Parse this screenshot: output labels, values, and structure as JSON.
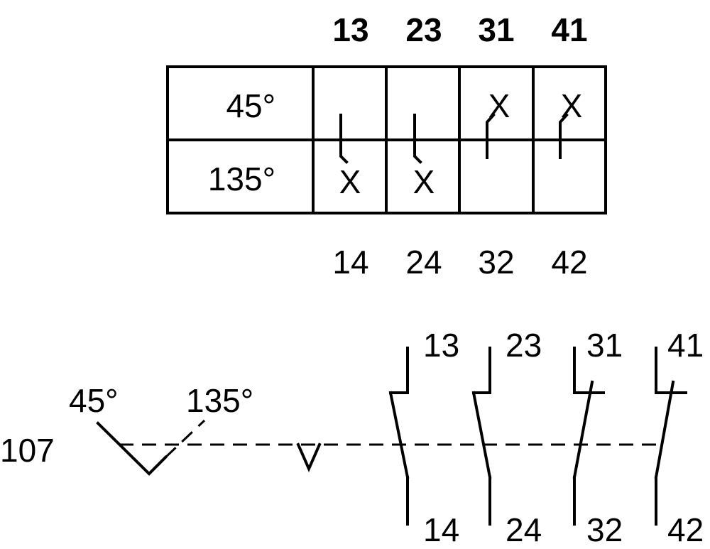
{
  "table": {
    "terminals_top": [
      "13",
      "23",
      "31",
      "41"
    ],
    "terminals_bottom": [
      "14",
      "24",
      "32",
      "42"
    ],
    "rows": [
      {
        "label": "45°",
        "closed": [
          false,
          false,
          true,
          true
        ]
      },
      {
        "label": "135°",
        "closed": [
          true,
          true,
          false,
          false
        ]
      }
    ],
    "mark": "X"
  },
  "schematic": {
    "shaft_label": "107",
    "angle_left": "45°",
    "angle_right": "135°",
    "contacts": [
      {
        "top": "13",
        "bottom": "14",
        "type": "NO"
      },
      {
        "top": "23",
        "bottom": "24",
        "type": "NO"
      },
      {
        "top": "31",
        "bottom": "32",
        "type": "NC"
      },
      {
        "top": "41",
        "bottom": "42",
        "type": "NC"
      }
    ]
  },
  "colors": {
    "ink": "#000000",
    "background": "#ffffff"
  }
}
